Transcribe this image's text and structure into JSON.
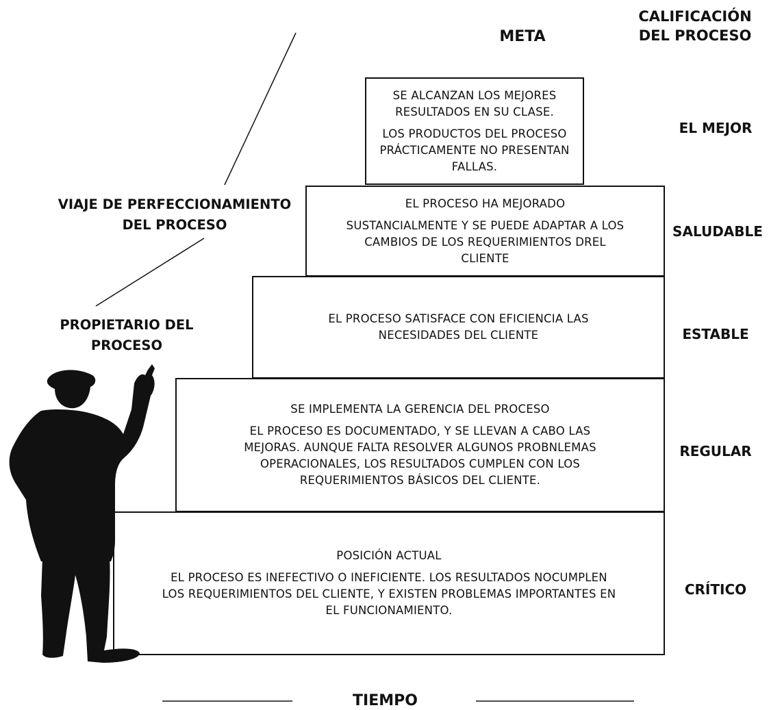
{
  "headers": {
    "goal": "META",
    "rating_title": "CALIFICACIÓN\nDEL PROCESO"
  },
  "labels": {
    "journey": "VIAJE DE PERFECCIONAMIENTO\nDEL PROCESO",
    "owner": "PROPIETARIO DEL\nPROCESO"
  },
  "time_axis": "TIEMPO",
  "steps": [
    {
      "rating": "EL MEJOR",
      "lines": [
        "SE ALCANZAN LOS MEJORES\nRESULTADOS EN SU CLASE.",
        "LOS PRODUCTOS DEL PROCESO\nPRÁCTICAMENTE NO PRESENTAN\nFALLAS."
      ]
    },
    {
      "rating": "SALUDABLE",
      "lines": [
        "EL PROCESO HA MEJORADO",
        "SUSTANCIALMENTE Y SE PUEDE ADAPTAR A LOS\nCAMBIOS DE LOS REQUERIMIENTOS DREL\nCLIENTE"
      ]
    },
    {
      "rating": "ESTABLE",
      "lines": [
        "EL PROCESO SATISFACE CON EFICIENCIA LAS\nNECESIDADES DEL CLIENTE"
      ]
    },
    {
      "rating": "REGULAR",
      "lines": [
        "SE IMPLEMENTA LA GERENCIA DEL PROCESO",
        "EL PROCESO ES DOCUMENTADO, Y SE LLEVAN A CABO LAS\nMEJORAS. AUNQUE FALTA RESOLVER ALGUNOS PROBNLEMAS\nOPERACIONALES, LOS RESULTADOS CUMPLEN CON LOS\nREQUERIMIENTOS BÁSICOS DEL CLIENTE."
      ]
    },
    {
      "rating": "CRÍTICO",
      "lines": [
        "POSICIÓN ACTUAL",
        "EL PROCESO ES INEFECTIVO O INEFICIENTE. LOS RESULTADOS NOCUMPLEN\nLOS REQUERIMIENTOS DEL CLIENTE, Y EXISTEN PROBLEMAS IMPORTANTES EN\nEL FUNCIONAMIENTO."
      ]
    }
  ],
  "icons": {
    "owner_figure": "person-pointing-silhouette"
  }
}
